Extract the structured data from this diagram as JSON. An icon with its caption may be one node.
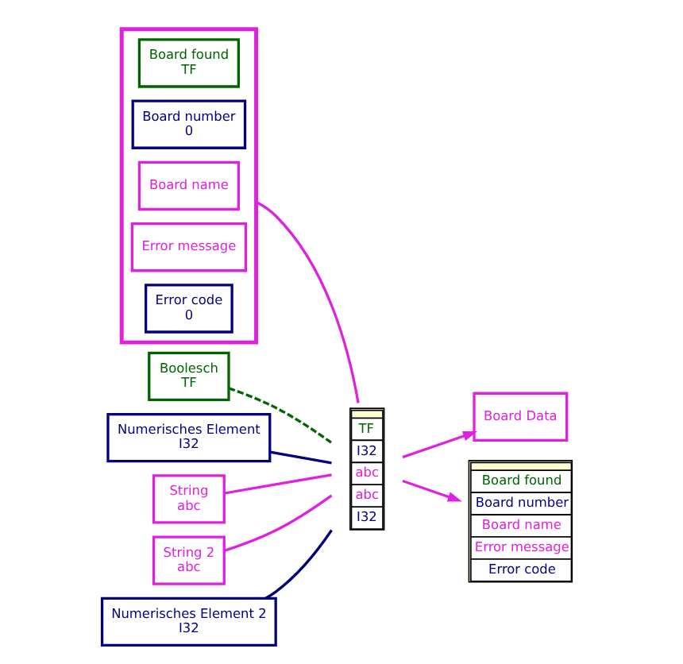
{
  "diagram": {
    "nodes": [
      {
        "text": [],
        "shape": "box"
      },
      {
        "text": [
          "Board found",
          "TF"
        ],
        "in": 0
      },
      {
        "text": [
          "Board number",
          "0"
        ],
        "in": 0
      },
      {
        "text": [
          "Board name"
        ],
        "in": 0
      },
      {
        "text": [
          "Error message"
        ],
        "in": 0
      },
      {
        "text": [
          "Error code",
          "0"
        ],
        "in": 0
      },
      {
        "text": [
          "Boolesch",
          "TF"
        ]
      },
      {
        "text": [
          "Numerisches Element",
          "I32"
        ]
      },
      {
        "text": [
          "String",
          "abc"
        ]
      },
      {
        "text": [
          "String 2",
          "abc"
        ]
      },
      {
        "text": [
          "Numerisches Element 2",
          "I32"
        ]
      },
      {
        "text": [
          "TF",
          "I32",
          "abc",
          "abc",
          "I32"
        ]
      },
      {
        "text": [
          "Board Data"
        ]
      },
      {
        "text": [
          "Board found",
          "Board number",
          "Board name",
          "Error message",
          "Error code"
        ]
      }
    ],
    "edges": [
      {
        "from": 0,
        "to": 11,
        "arrow": "none"
      },
      {
        "from": 6,
        "to": 11,
        "arrow": "none",
        "style": "dashed",
        "color": "#006400"
      },
      {
        "from": 7,
        "to": 11,
        "arrow": "none",
        "color": "#000080"
      },
      {
        "from": 8,
        "to": 11,
        "arrow": "none"
      },
      {
        "from": 9,
        "to": 11,
        "arrow": "none"
      },
      {
        "from": 10,
        "to": 11,
        "arrow": "none",
        "color": "#000080"
      },
      {
        "from": 11,
        "to": 12,
        "arrow": "to"
      },
      {
        "from": 11,
        "to": 13,
        "arrow": "to"
      }
    ]
  }
}
